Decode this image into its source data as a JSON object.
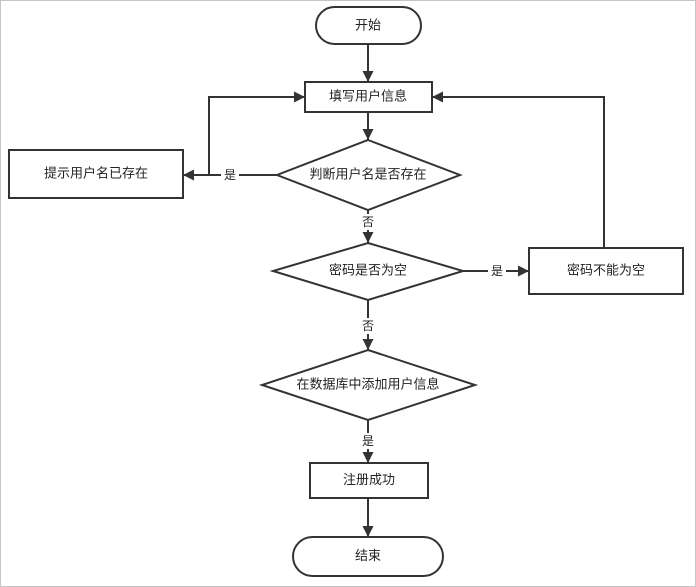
{
  "nodes": {
    "start": "开始",
    "fill_info": "填写用户信息",
    "check_username": "判断用户名是否存在",
    "username_exists": "提示用户名已存在",
    "check_password": "密码是否为空",
    "password_empty": "密码不能为空",
    "add_user": "在数据库中添加用户信息",
    "success": "注册成功",
    "end": "结束"
  },
  "edges": {
    "username_yes": "是",
    "username_no": "否",
    "password_yes": "是",
    "password_no": "否",
    "add_yes": "是"
  }
}
